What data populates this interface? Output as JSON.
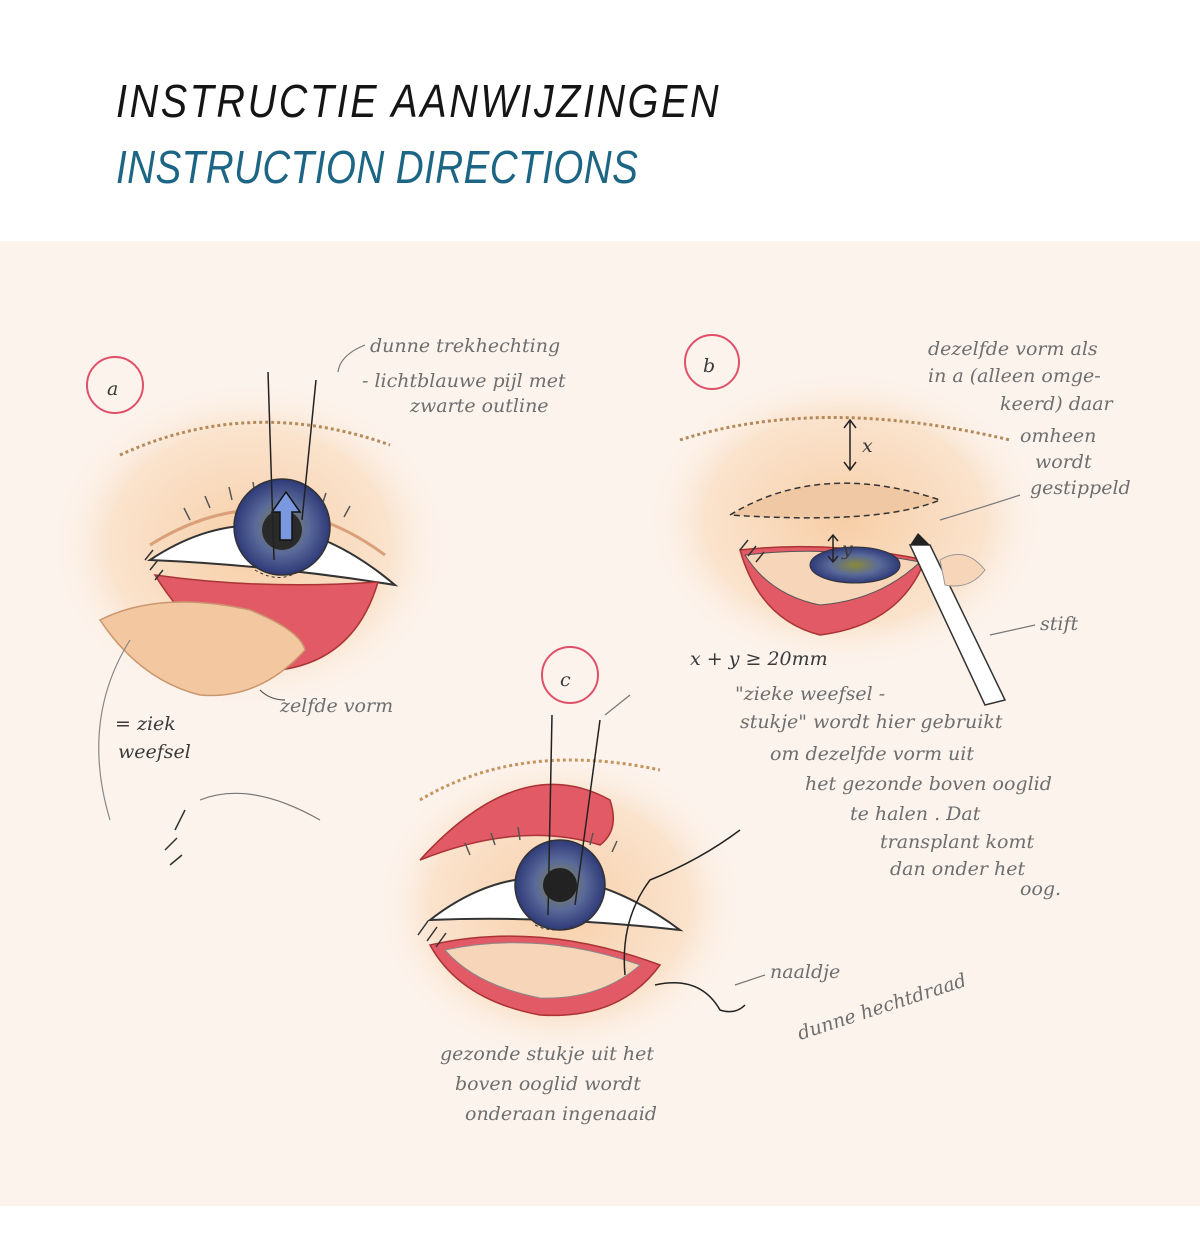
{
  "header": {
    "title_nl": "INSTRUCTIE AANWIJZINGEN",
    "title_en": "INSTRUCTION DIRECTIONS"
  },
  "colors": {
    "title_en": "#1c6585",
    "paper": "#fcf3ec",
    "tissue_red": "#e25a66",
    "skin": "#f3c79a",
    "iris": "#4a5a9a"
  },
  "panels": {
    "a": {
      "label": "a",
      "annotations": {
        "thread_1": "dunne trekhechting",
        "thread_2": "- lichtblauwe pijl met",
        "thread_3": "zwarte outline",
        "same_shape": "zelfde vorm",
        "diseased_1": "= ziek",
        "diseased_2": "weefsel"
      }
    },
    "b": {
      "label": "b",
      "annotations": {
        "shape_1": "dezelfde vorm als",
        "shape_2": "in a (alleen omge-",
        "shape_3": "keerd) daar",
        "shape_4": "omheen",
        "shape_5": "wordt",
        "shape_6": "gestippeld",
        "x": "x",
        "y": "y",
        "pen": "stift",
        "formula": "x + y ≥ 20mm",
        "note_1": "\"zieke weefsel -",
        "note_2": "stukje\" wordt hier gebruikt",
        "note_3": "om dezelfde vorm uit",
        "note_4": "het gezonde boven ooglid",
        "note_5": "te halen . Dat",
        "note_6": "transplant komt",
        "note_7": "dan onder het",
        "note_8": "oog."
      }
    },
    "c": {
      "label": "c",
      "annotations": {
        "needle": "naaldje",
        "thread": "dunne hechtdraad",
        "healthy_1": "gezonde stukje uit het",
        "healthy_2": "boven ooglid wordt",
        "healthy_3": "onderaan ingenaaid"
      }
    }
  }
}
